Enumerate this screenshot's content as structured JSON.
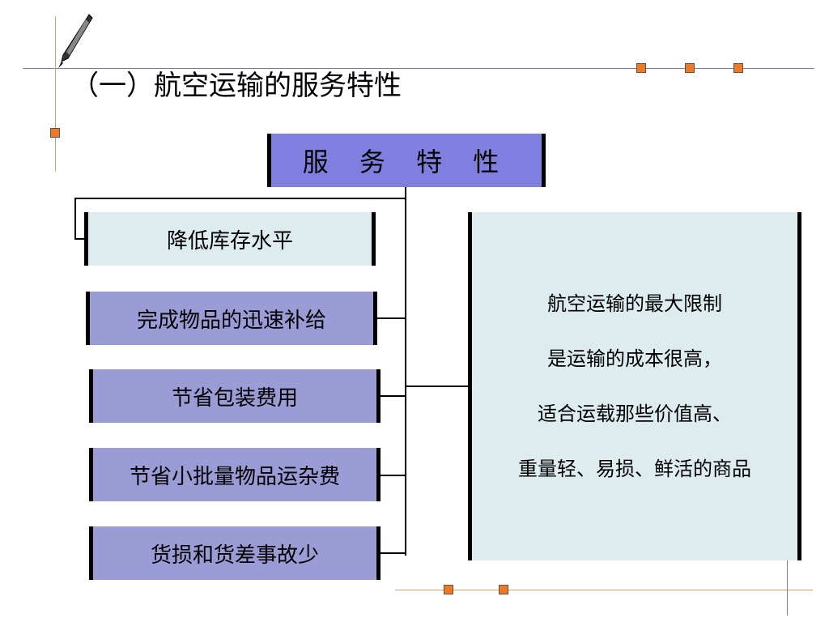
{
  "title": "（一）航空运输的服务特性",
  "header_box": "服 务 特 性",
  "items": [
    {
      "label": "降低库存水平",
      "style": "lightblue"
    },
    {
      "label": "完成物品的迅速补给",
      "style": "purple"
    },
    {
      "label": "节省包装费用",
      "style": "purple"
    },
    {
      "label": "节省小批量物品运杂费",
      "style": "purple"
    },
    {
      "label": "货损和货差事故少",
      "style": "purple"
    }
  ],
  "panel_lines": [
    "航空运输的最大限制",
    "是运输的成本很高，",
    "适合运载那些价值高、",
    "重量轻、易损、鲜活的商品"
  ],
  "colors": {
    "header_fill": "#7f7fe0",
    "item_fill": "#9b9bd6",
    "light_fill": "#dcecef",
    "accent": "#f07820"
  }
}
